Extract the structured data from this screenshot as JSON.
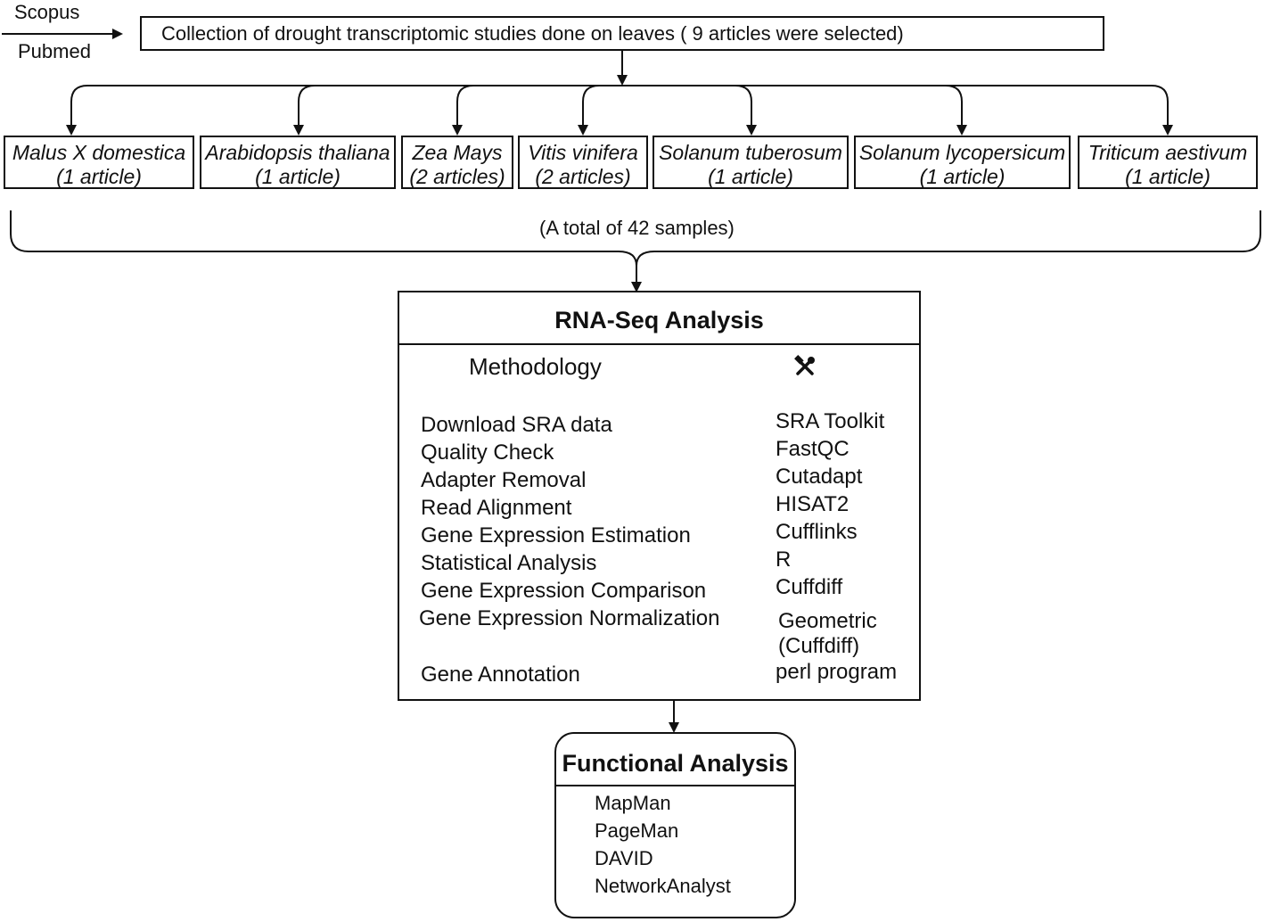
{
  "sources": [
    "Scopus",
    "Pubmed"
  ],
  "collection": "Collection of drought transcriptomic studies done on leaves ( 9 articles were selected)",
  "species": [
    {
      "name": "Malus X domestica",
      "count": "(1 article)"
    },
    {
      "name": "Arabidopsis thaliana",
      "count": "(1 article)"
    },
    {
      "name": "Zea Mays",
      "count": "(2 articles)"
    },
    {
      "name": "Vitis vinifera",
      "count": "(2 articles)"
    },
    {
      "name": "Solanum tuberosum",
      "count": "(1 article)"
    },
    {
      "name": "Solanum lycopersicum",
      "count": "(1 article)"
    },
    {
      "name": "Triticum aestivum",
      "count": "(1 article)"
    }
  ],
  "total_samples": "(A total of 42 samples)",
  "rnaseq": {
    "title": "RNA-Seq Analysis",
    "methodology_header": "Methodology",
    "tools_icon": "tools-icon",
    "methods": [
      "Download SRA data",
      "Quality Check",
      "Adapter Removal",
      "Read Alignment",
      "Gene Expression Estimation",
      "Statistical Analysis",
      "Gene Expression Comparison",
      "Gene Expression Normalization",
      "Gene Annotation"
    ],
    "tools": [
      "SRA Toolkit",
      "FastQC",
      "Cutadapt",
      "HISAT2",
      "Cufflinks",
      "R",
      "Cuffdiff",
      "Geometric (Cuffdiff)",
      "perl program"
    ]
  },
  "functional": {
    "title": "Functional Analysis",
    "items": [
      "MapMan",
      "PageMan",
      "DAVID",
      "NetworkAnalyst"
    ]
  }
}
